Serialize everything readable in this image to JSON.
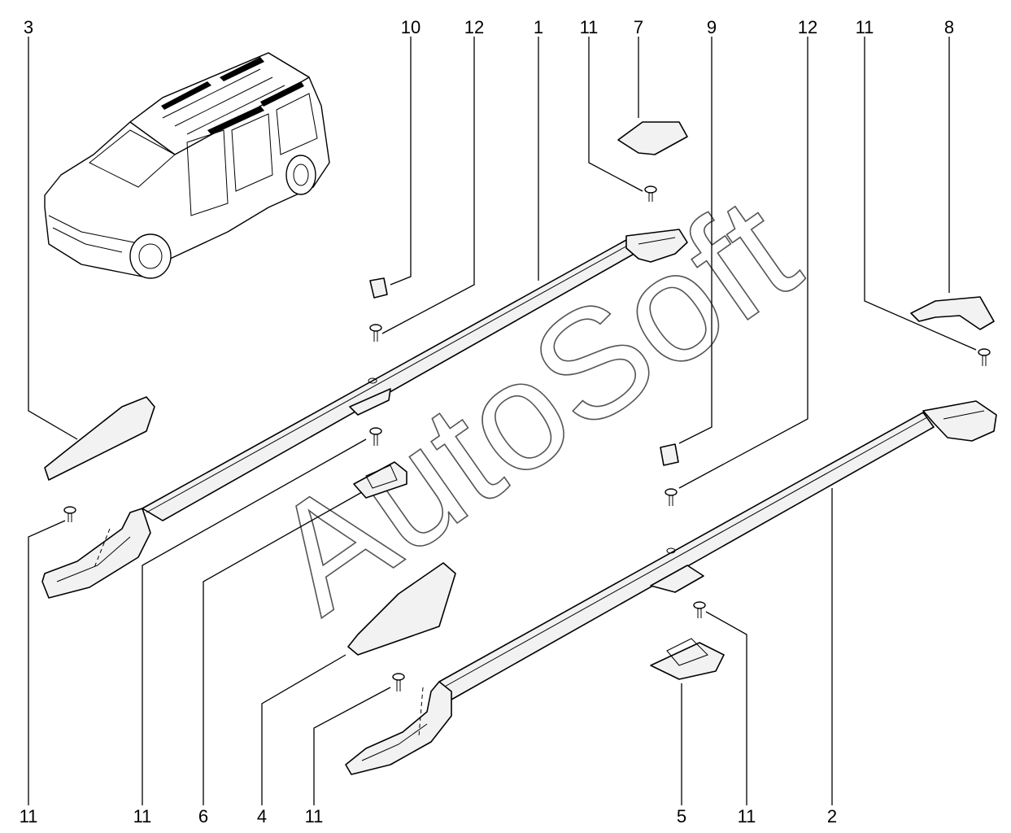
{
  "watermark": "AutoSoft",
  "callouts_top": [
    "3",
    "10",
    "12",
    "1",
    "11",
    "7",
    "9",
    "12",
    "11",
    "8"
  ],
  "callouts_bottom": [
    "11",
    "11",
    "6",
    "4",
    "11",
    "5",
    "11",
    "2"
  ]
}
